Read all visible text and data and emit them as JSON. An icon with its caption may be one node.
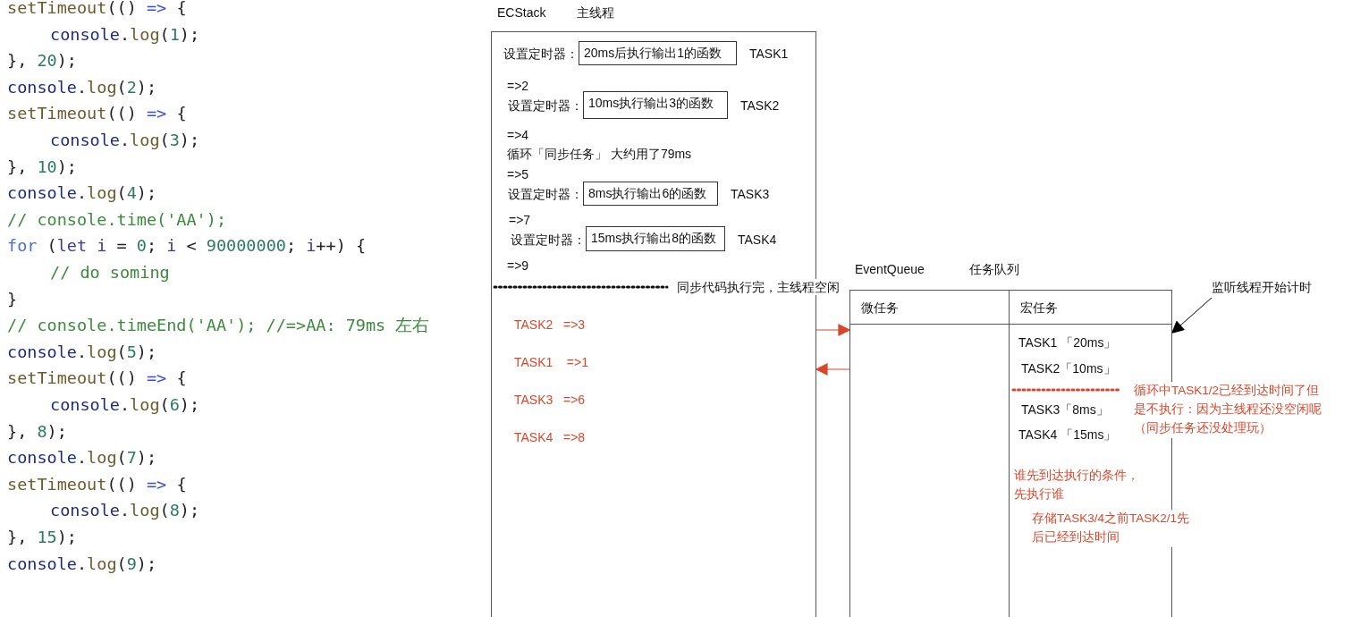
{
  "diagram": {
    "nodes": [
      {
        "text": [
          "ECStack",
          "主线程"
        ]
      },
      {
        "text": [
          "20ms后执行输出1的函数"
        ],
        "in": 0,
        "beside": [
          "设置定时器：",
          "TASK1"
        ]
      },
      {
        "text": [
          "10ms执行输出3的函数"
        ],
        "in": 0,
        "beside": [
          "设置定时器：",
          "TASK2"
        ]
      },
      {
        "text": [
          "8ms执行输出6的函数"
        ],
        "in": 0,
        "beside": [
          "设置定时器：",
          "TASK3"
        ]
      },
      {
        "text": [
          "15ms执行输出8的函数"
        ],
        "in": 0,
        "beside": [
          "设置定时器：",
          "TASK4"
        ]
      },
      {
        "text": [
          "EventQueue",
          "任务队列"
        ]
      },
      {
        "text": [
          "微任务"
        ],
        "in": 5
      },
      {
        "text": [
          "宏任务"
        ],
        "in": 5
      },
      {
        "text": [
          "监听线程开始计时"
        ]
      }
    ],
    "edges": [
      {
        "from": 0,
        "to": 6,
        "arrow": "to",
        "color": "#d9472b"
      },
      {
        "from": 6,
        "to": 0,
        "arrow": "to",
        "color": "#d9472b"
      },
      {
        "from": 8,
        "to": 5,
        "arrow": "to",
        "color": "#000000"
      }
    ],
    "labels": [
      "setTimeout(() => {",
      "console.log(1);",
      "}, 20);",
      "console.log(2);",
      "setTimeout(() => {",
      "console.log(3);",
      "}, 10);",
      "console.log(4);",
      "// console.time('AA');",
      "for (let i = 0; i < 90000000; i++) {",
      "// do soming",
      "}",
      "// console.timeEnd('AA'); //=>AA: 79ms 左右",
      "console.log(5);",
      "setTimeout(() => {",
      "console.log(6);",
      "}, 8);",
      "console.log(7);",
      "setTimeout(() => {",
      "console.log(8);",
      "}, 15);",
      "console.log(9);",
      "=>2",
      "=>4",
      "循环「同步任务」 大约用了79ms",
      "=>5",
      "=>7",
      "=>9",
      "同步代码执行完，主线程空闲",
      "TASK2   =>3",
      "TASK1    =>1",
      "TASK3   =>6",
      "TASK4   =>8",
      "TASK1 「20ms」",
      "TASK2「10ms」",
      "循环中TASK1/2已经到达时间了但是不执行：因为主线程还没空闲呢（同步任务还没处理玩）",
      "TASK3「8ms」",
      "TASK4 「15ms」",
      "谁先到达执行的条件，先执行谁",
      "存储TASK3/4之前TASK2/1先后已经到达时间"
    ]
  }
}
